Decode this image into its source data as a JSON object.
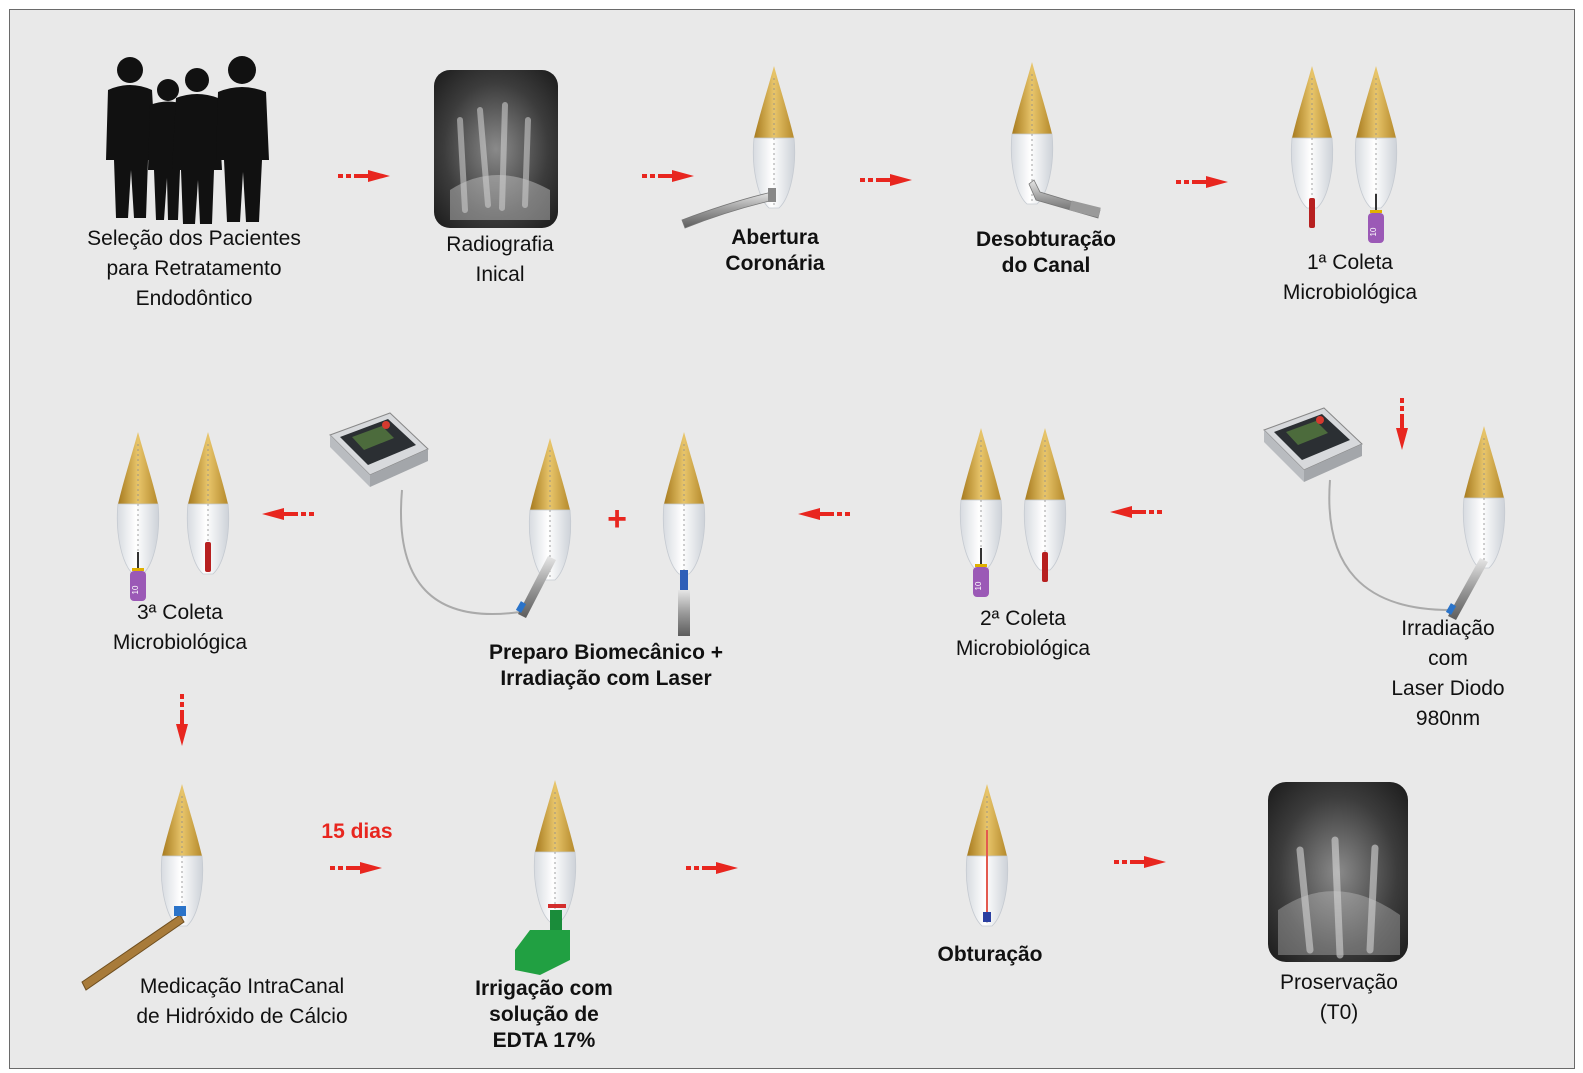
{
  "steps": [
    {
      "label": "Seleção dos Pacientes\npara Retratamento\nEndodôntico",
      "icon": "patients-silhouette-icon"
    },
    {
      "label": "Radiografia\nInical",
      "icon": "radiograph-icon"
    },
    {
      "label": "Abertura\nCoronária",
      "icon": "tooth-bur-icon"
    },
    {
      "label": "Desobturação\ndo Canal",
      "icon": "tooth-ultrasonic-tip-icon"
    },
    {
      "label": "1ª Coleta\nMicrobiológica",
      "icon": "teeth-paper-point-file-icon"
    },
    {
      "label": "Irradiação com\nLaser Diodo\n980nm",
      "icon": "laser-diode-device-icon"
    },
    {
      "label": "2ª Coleta\nMicrobiológica",
      "icon": "teeth-file-paper-point-icon"
    },
    {
      "label": "Preparo Biomecânico  +\nIrradiação com Laser",
      "icon": "laser-and-irrigation-icon"
    },
    {
      "label": "3ª Coleta\nMicrobiológica",
      "icon": "teeth-file-paper-point-icon"
    },
    {
      "label": "Medicação IntraCanal\nde Hidróxido de Cálcio",
      "icon": "tooth-syringe-icon"
    },
    {
      "label": "Irrigação com\nsolução de\nEDTA 17%",
      "icon": "tooth-edta-syringe-icon"
    },
    {
      "label": "Obturação",
      "icon": "tooth-obturation-icon"
    },
    {
      "label": "Proservação\n(T0)",
      "icon": "radiograph-icon"
    }
  ],
  "interval_label": "15 dias",
  "plus_sign": "+",
  "colors": {
    "arrow": "#e8261f",
    "crown": "#c9a24a",
    "background": "#e9e9e9"
  }
}
